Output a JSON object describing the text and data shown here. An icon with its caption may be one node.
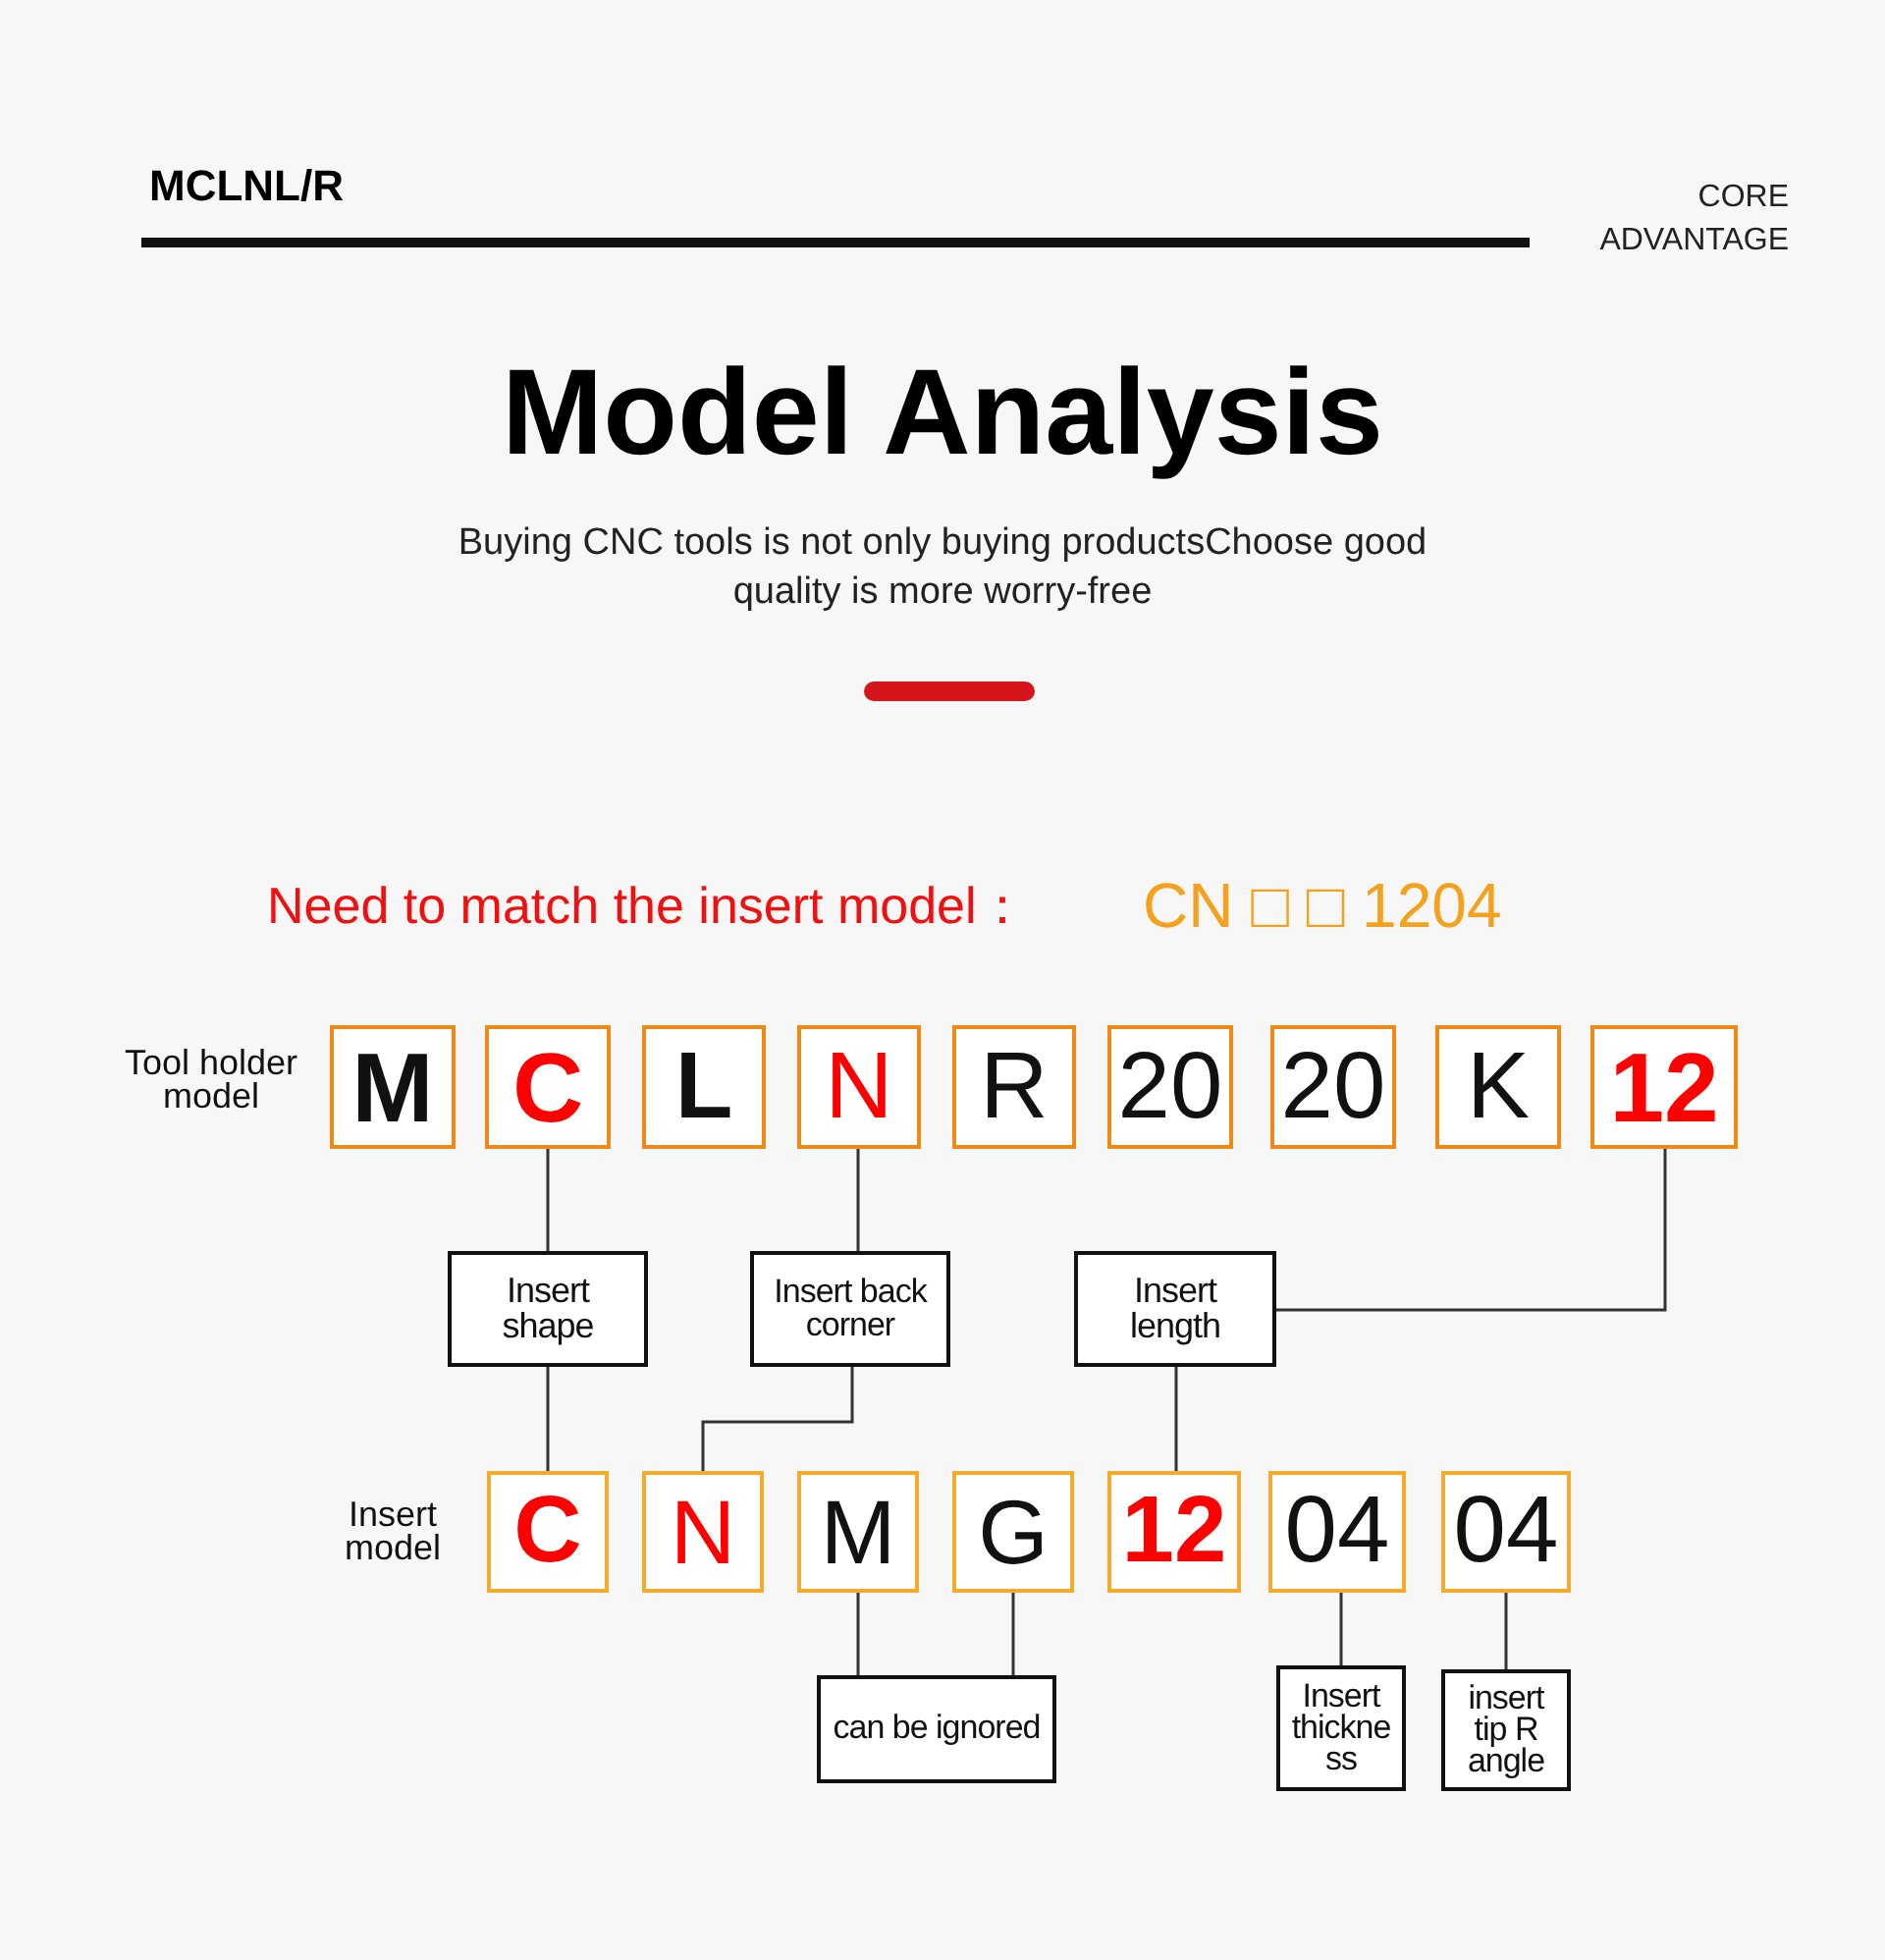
{
  "diagram": {
    "title": "Model Analysis",
    "nodes": [
      {
        "text": [
          "M"
        ]
      },
      {
        "text": [
          "C"
        ]
      },
      {
        "text": [
          "L"
        ]
      },
      {
        "text": [
          "N"
        ]
      },
      {
        "text": [
          "R"
        ]
      },
      {
        "text": [
          "20"
        ]
      },
      {
        "text": [
          "20"
        ]
      },
      {
        "text": [
          "K"
        ]
      },
      {
        "text": [
          "12"
        ]
      },
      {
        "text": [
          "Insert shape"
        ]
      },
      {
        "text": [
          "Insert back corner"
        ]
      },
      {
        "text": [
          "Insert length"
        ]
      },
      {
        "text": [
          "C"
        ]
      },
      {
        "text": [
          "N"
        ]
      },
      {
        "text": [
          "M"
        ]
      },
      {
        "text": [
          "G"
        ]
      },
      {
        "text": [
          "12"
        ]
      },
      {
        "text": [
          "04"
        ]
      },
      {
        "text": [
          "04"
        ]
      },
      {
        "text": [
          "can be ignored"
        ]
      },
      {
        "text": [
          "Insert thickne ss"
        ]
      },
      {
        "text": [
          "insert tip R angle"
        ]
      }
    ],
    "edges": [
      {
        "from": 1,
        "to": 9,
        "arrow": "none"
      },
      {
        "from": 9,
        "to": 12,
        "arrow": "none"
      },
      {
        "from": 3,
        "to": 10,
        "arrow": "none"
      },
      {
        "from": 10,
        "to": 13,
        "arrow": "none"
      },
      {
        "from": 8,
        "to": 11,
        "arrow": "none"
      },
      {
        "from": 11,
        "to": 16,
        "arrow": "none"
      },
      {
        "from": 14,
        "to": 19,
        "arrow": "none"
      },
      {
        "from": 15,
        "to": 19,
        "arrow": "none"
      },
      {
        "from": 17,
        "to": 20,
        "arrow": "none"
      },
      {
        "from": 18,
        "to": 21,
        "arrow": "none"
      }
    ],
    "labels": [
      "MCLNL/R",
      "CORE ADVANTAGE",
      "Buying CNC tools is not only buying productsChoose good quality is more worry-free",
      "Need to match the insert model：",
      "CN □ □ 1204",
      "Tool holder model",
      "Insert model"
    ]
  }
}
